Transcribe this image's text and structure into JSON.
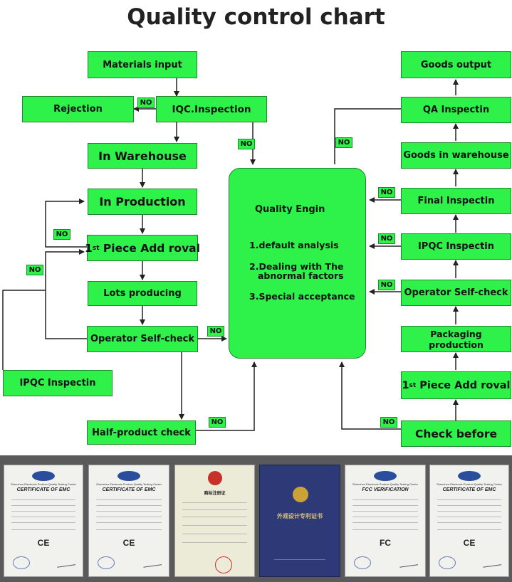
{
  "title": "Quality control chart",
  "boxes": {
    "materials_input": "Materials input",
    "iqc_inspection": "IQC.Inspection",
    "rejection": "Rejection",
    "in_warehouse": "In Warehouse",
    "in_production": "In Production",
    "first_piece_left_main": "1",
    "first_piece_left_sup": "st",
    "first_piece_left_rest": " Piece Add roval",
    "lots_producing": "Lots producing",
    "operator_self_check_left": "Operator Self-check",
    "ipqc_left": "IPQC Inspectin",
    "half_product_check": "Half-product check",
    "goods_output": "Goods output",
    "qa_inspectin": "QA Inspectin",
    "goods_in_warehouse": "Goods in warehouse",
    "final_inspectin": "Final Inspectin",
    "ipqc_right": "IPQC Inspectin",
    "operator_self_check_right": "Operator Self-check",
    "packaging_production": "Packaging production",
    "first_piece_right_main": "1",
    "first_piece_right_sup": "st",
    "first_piece_right_rest": " Piece Add roval",
    "check_before": "Check before"
  },
  "no_label": "NO",
  "quality_engine": {
    "title": "Quality Engin",
    "item1": "1.default  analysis",
    "item2a": "2.Dealing with The",
    "item2b": "abnormal factors",
    "item3": "3.Special acceptance"
  },
  "certificates": [
    {
      "title": "CERTIFICATE OF EMC",
      "org": "Shenzhen Electronic Product Quality Testing Center",
      "mark": "CE"
    },
    {
      "title": "CERTIFICATE OF EMC",
      "org": "Shenzhen Electronic Product Quality Testing Center",
      "mark": "CE"
    },
    {
      "title": "商标注册证",
      "org": "",
      "mark": ""
    },
    {
      "title": "外观设计专利证书",
      "org": "",
      "mark": ""
    },
    {
      "title": "FCC VERIFICATION",
      "org": "Shenzhen Electronic Product Quality Testing Center",
      "mark": "FC"
    },
    {
      "title": "CERTIFICATE OF EMC",
      "org": "Shenzhen Electronic Product Quality Testing Center",
      "mark": "CE"
    }
  ],
  "colors": {
    "box": "#2ef24a",
    "border": "#1a8a2a",
    "line": "#222222"
  }
}
